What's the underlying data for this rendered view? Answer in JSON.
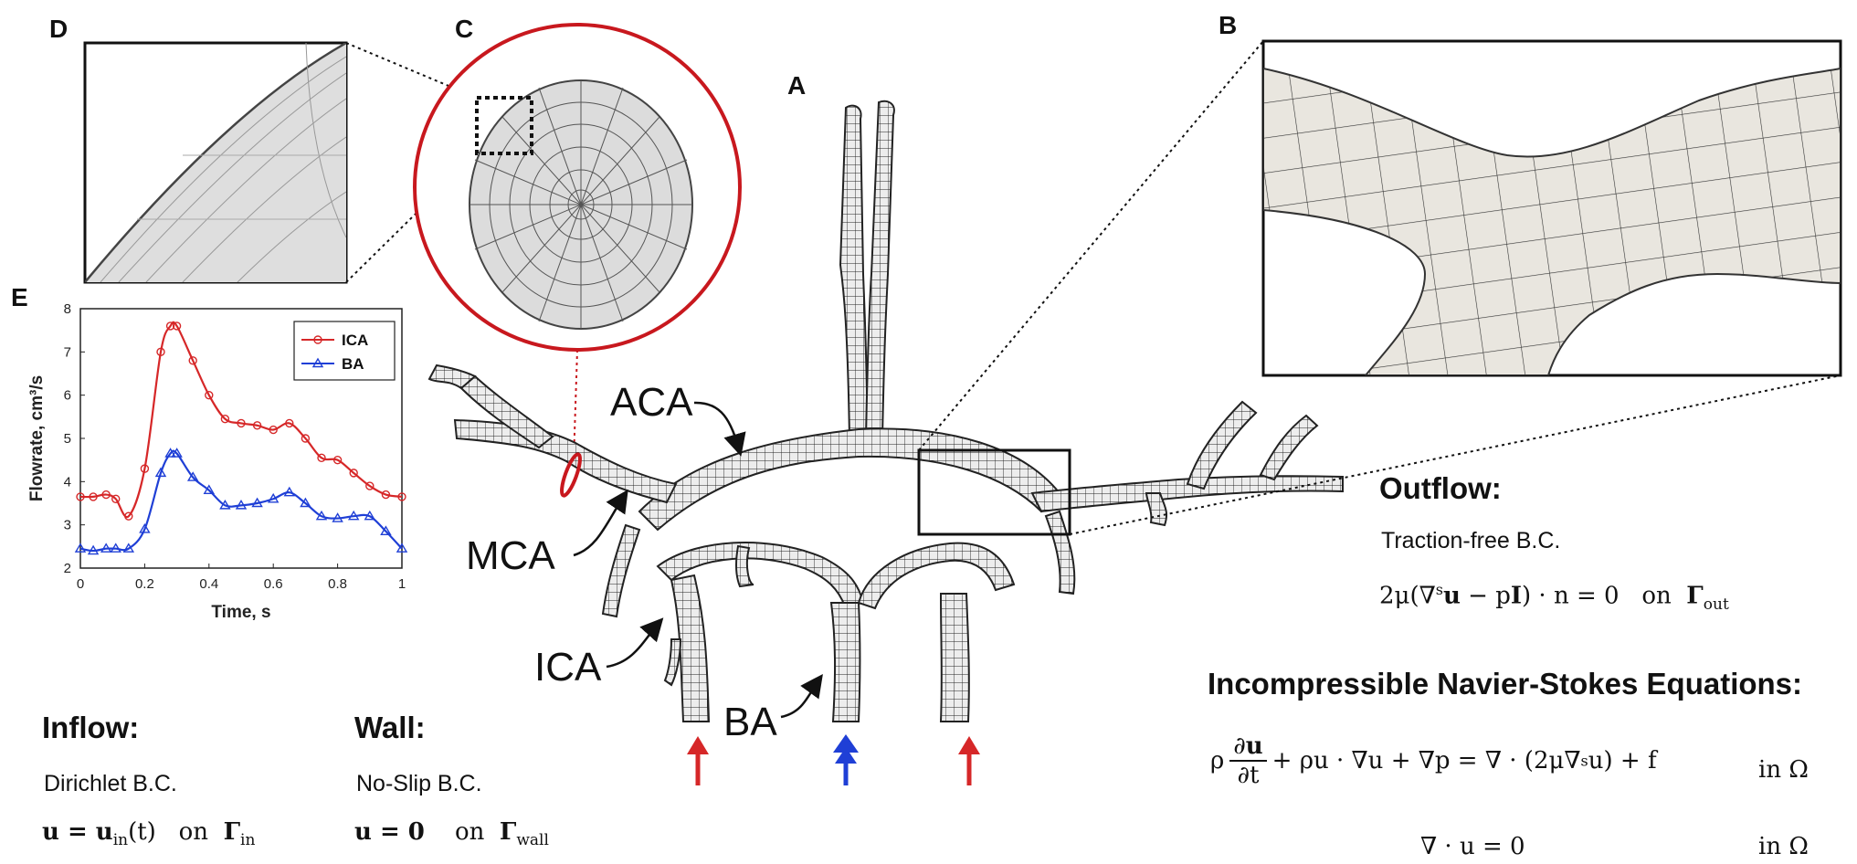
{
  "panels": {
    "A": "A",
    "B": "B",
    "C": "C",
    "D": "D",
    "E": "E"
  },
  "vessels": {
    "aca": "ACA",
    "mca": "MCA",
    "ica": "ICA",
    "ba": "BA"
  },
  "outflow": {
    "title": "Outflow:",
    "condition": "Traction-free B.C.",
    "eq_prefix": "2μ(∇",
    "eq_mid": " − p",
    "eq_suffix": ") · n = 0",
    "on": "on",
    "boundary": "Γ",
    "boundary_sub": "out"
  },
  "navier_stokes": {
    "title": "Incompressible Navier-Stokes Equations:",
    "eq1_rhs": "+ ρu · ∇u + ∇p = ∇ · (2μ∇",
    "eq1_end": "u) + f",
    "eq2": "∇ · u = 0",
    "domain": "in Ω"
  },
  "inflow": {
    "title": "Inflow:",
    "condition": "Dirichlet B.C.",
    "eq": "u = u",
    "eq_sub": "in",
    "eq_arg": "(t)",
    "on": "on",
    "boundary": "Γ",
    "boundary_sub": "in"
  },
  "wall": {
    "title": "Wall:",
    "condition": "No-Slip B.C.",
    "eq": "u = 0",
    "on": "on",
    "boundary": "Γ",
    "boundary_sub": "wall"
  },
  "colors": {
    "ica": "#d62728",
    "ba": "#1f3fd6",
    "circle": "#c8181e"
  },
  "chart_data": {
    "type": "line",
    "title": "",
    "xlabel": "Time, s",
    "ylabel": "Flowrate, cm³/s",
    "xlim": [
      0,
      1
    ],
    "ylim": [
      2,
      8
    ],
    "xticks": [
      "0",
      "0.2",
      "0.4",
      "0.6",
      "0.8",
      "1"
    ],
    "yticks": [
      "2",
      "3",
      "4",
      "5",
      "6",
      "7",
      "8"
    ],
    "legend_position": "top-right",
    "series": [
      {
        "name": "ICA",
        "color": "#d62728",
        "marker": "circle",
        "x": [
          0,
          0.04,
          0.08,
          0.11,
          0.15,
          0.2,
          0.25,
          0.28,
          0.3,
          0.35,
          0.4,
          0.45,
          0.5,
          0.55,
          0.6,
          0.65,
          0.7,
          0.75,
          0.8,
          0.85,
          0.9,
          0.95,
          1.0
        ],
        "y": [
          3.65,
          3.65,
          3.7,
          3.6,
          3.2,
          4.3,
          7.0,
          7.6,
          7.6,
          6.8,
          6.0,
          5.45,
          5.35,
          5.3,
          5.2,
          5.35,
          5.0,
          4.55,
          4.5,
          4.2,
          3.9,
          3.7,
          3.65
        ]
      },
      {
        "name": "BA",
        "color": "#1f3fd6",
        "marker": "triangle",
        "x": [
          0,
          0.04,
          0.08,
          0.11,
          0.15,
          0.2,
          0.25,
          0.28,
          0.3,
          0.35,
          0.4,
          0.45,
          0.5,
          0.55,
          0.6,
          0.65,
          0.7,
          0.75,
          0.8,
          0.85,
          0.9,
          0.95,
          1.0
        ],
        "y": [
          2.45,
          2.4,
          2.45,
          2.45,
          2.45,
          2.9,
          4.2,
          4.65,
          4.65,
          4.1,
          3.8,
          3.45,
          3.45,
          3.5,
          3.6,
          3.75,
          3.5,
          3.2,
          3.15,
          3.2,
          3.2,
          2.85,
          2.45
        ]
      }
    ]
  }
}
